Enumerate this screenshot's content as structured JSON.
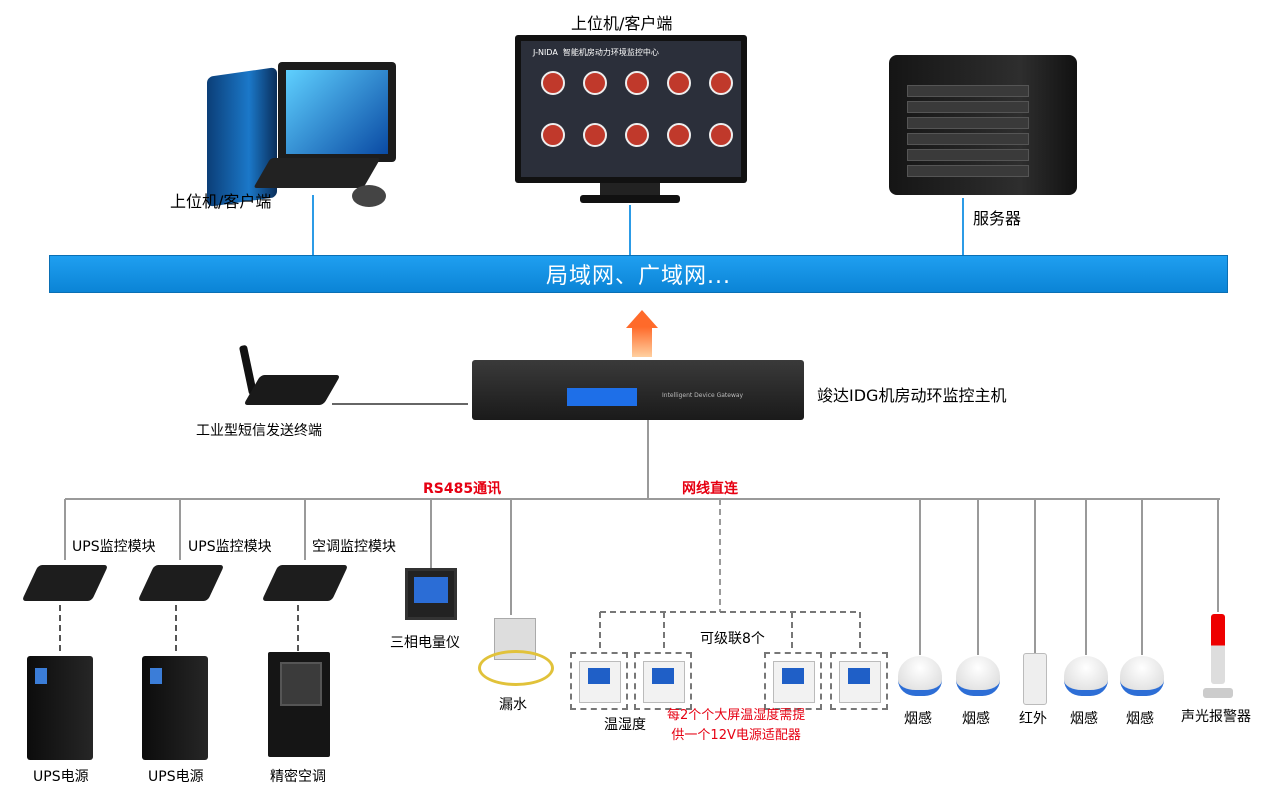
{
  "labels": {
    "top_pc_left": "上位机/客户端",
    "top_pc_center": "上位机/客户端",
    "server": "服务器",
    "lan": "局域网、广域网...",
    "sms": "工业型短信发送终端",
    "host": "竣达IDG机房动环监控主机",
    "rs485": "RS485通讯",
    "ethernet": "网线直连",
    "ups_module_1": "UPS监控模块",
    "ups_module_2": "UPS监控模块",
    "ac_module": "空调监控模块",
    "meter": "三相电量仪",
    "leak": "漏水",
    "cascade": "可级联8个",
    "th": "温湿度",
    "note_line1": "每2个个大屏温湿度需提",
    "note_line2": "供一个12V电源适配器",
    "smoke_1": "烟感",
    "smoke_2": "烟感",
    "pir": "红外",
    "smoke_3": "烟感",
    "smoke_4": "烟感",
    "alarm": "声光报警器",
    "ups_1": "UPS电源",
    "ups_2": "UPS电源",
    "ac": "精密空调"
  },
  "screen": {
    "brand": "J-NIDA",
    "title": "智能机房动力环境监控中心"
  },
  "host_panel": {
    "brand": "Intelligent Device Gateway"
  },
  "colors": {
    "lan_bar": "#1f9ff0",
    "red_text": "#e60012",
    "link_line": "#2c9be6",
    "bus_line": "#9a9a9a"
  }
}
